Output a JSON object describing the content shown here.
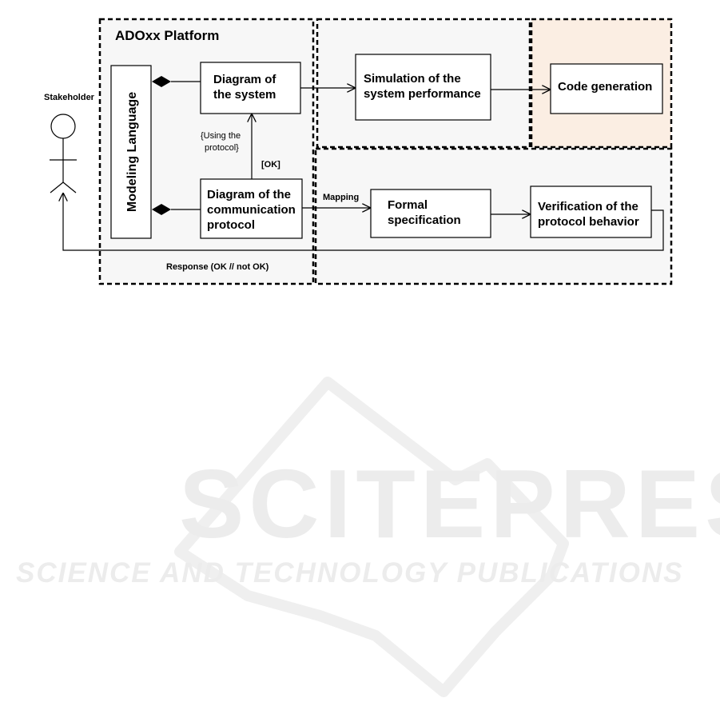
{
  "diagram": {
    "platform_title": "ADOxx Platform",
    "actor_label": "Stakeholder",
    "modeling_language": "Modeling Language",
    "diagram_system": [
      "Diagram of",
      "the system"
    ],
    "diagram_protocol": [
      "Diagram of the",
      "communication",
      "protocol"
    ],
    "simulation": [
      "Simulation of the",
      "system performance"
    ],
    "code_generation": "Code generation",
    "formal_spec": [
      "Formal",
      "specification"
    ],
    "verification": [
      "Verification of the",
      "protocol behavior"
    ],
    "using_protocol": [
      "{Using the",
      "protocol}"
    ],
    "ok_label": "[OK]",
    "mapping_label": "Mapping",
    "response_label": "Response (OK //  not OK)",
    "colors": {
      "panel_fill": "#f7f7f7",
      "code_panel_fill": "#fbeee3",
      "box_fill": "#ffffff",
      "stroke": "#000000",
      "watermark": "#ececec"
    }
  },
  "watermark": {
    "main": "SCITEPRESS",
    "sub": "SCIENCE AND TECHNOLOGY PUBLICATIONS"
  }
}
